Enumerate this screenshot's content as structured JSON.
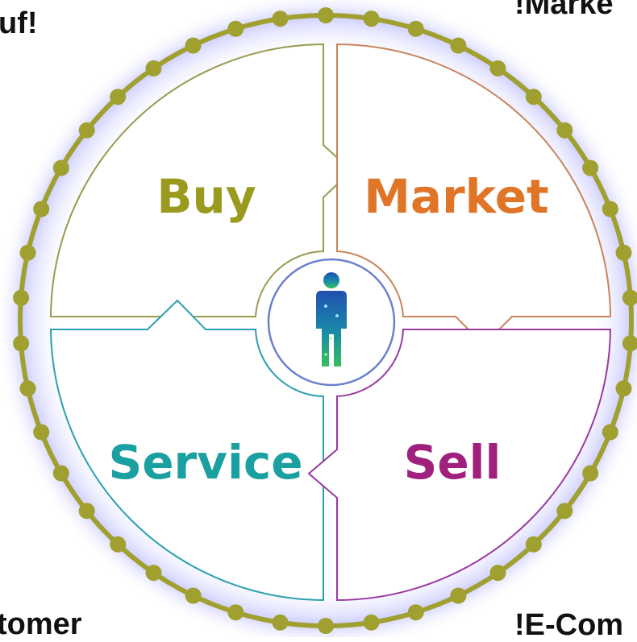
{
  "corner_labels": {
    "top_left": "uf!",
    "top_right": "!Marke",
    "bottom_left": "tomer",
    "bottom_right": "!E-Com"
  },
  "quadrants": {
    "buy": {
      "label": "Buy",
      "color": "#9a9a1e"
    },
    "market": {
      "label": "Market",
      "color": "#e07528"
    },
    "service": {
      "label": "Service",
      "color": "#1aa0a0"
    },
    "sell": {
      "label": "Sell",
      "color": "#a0207e"
    }
  },
  "colors": {
    "ring": "#a0a030",
    "glow": "#c8c8ff",
    "center_circle": "#6b7fcf",
    "person_icon": "teal-blue-gradient"
  },
  "icons": {
    "center": "person-icon"
  }
}
